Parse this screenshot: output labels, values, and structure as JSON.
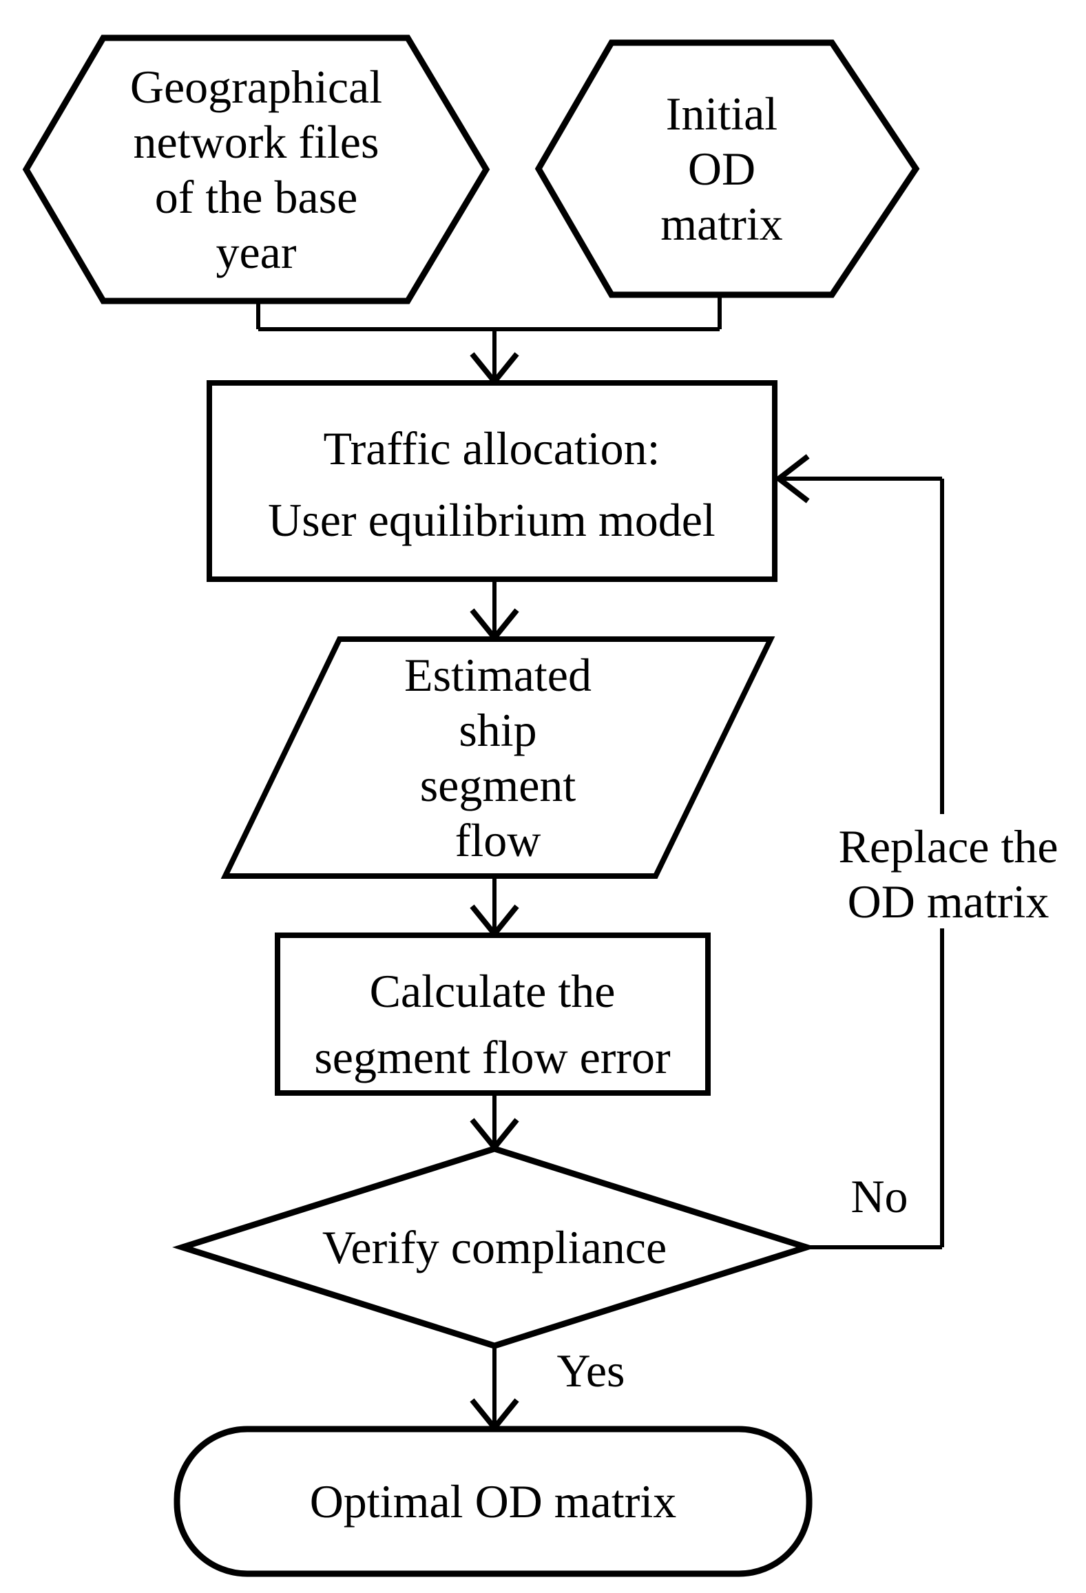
{
  "figure": {
    "background": "#ffffff",
    "line_color": "#000000",
    "type": "flowchart"
  },
  "nodes": {
    "geo_files": {
      "shape": "hexagon",
      "role": "input",
      "lines": [
        "Geographical",
        "network files",
        "of the base",
        "year"
      ]
    },
    "initial_od": {
      "shape": "hexagon",
      "role": "input",
      "lines": [
        "Initial",
        "OD",
        "matrix"
      ]
    },
    "traffic_allocation": {
      "shape": "rectangle",
      "role": "process",
      "lines": [
        "Traffic allocation:",
        "User equilibrium model"
      ]
    },
    "estimated_flow": {
      "shape": "parallelogram",
      "role": "data",
      "lines": [
        "Estimated",
        "ship",
        "segment",
        "flow"
      ]
    },
    "calc_error": {
      "shape": "rectangle",
      "role": "process",
      "lines": [
        "Calculate the",
        "segment flow error"
      ]
    },
    "verify": {
      "shape": "diamond",
      "role": "decision",
      "lines": [
        "Verify compliance"
      ]
    },
    "optimal_od": {
      "shape": "rounded-rectangle",
      "role": "terminator",
      "lines": [
        "Optimal OD matrix"
      ]
    }
  },
  "edge_labels": {
    "no": "No",
    "yes": "Yes",
    "replace": [
      "Replace the",
      "OD matrix"
    ]
  }
}
